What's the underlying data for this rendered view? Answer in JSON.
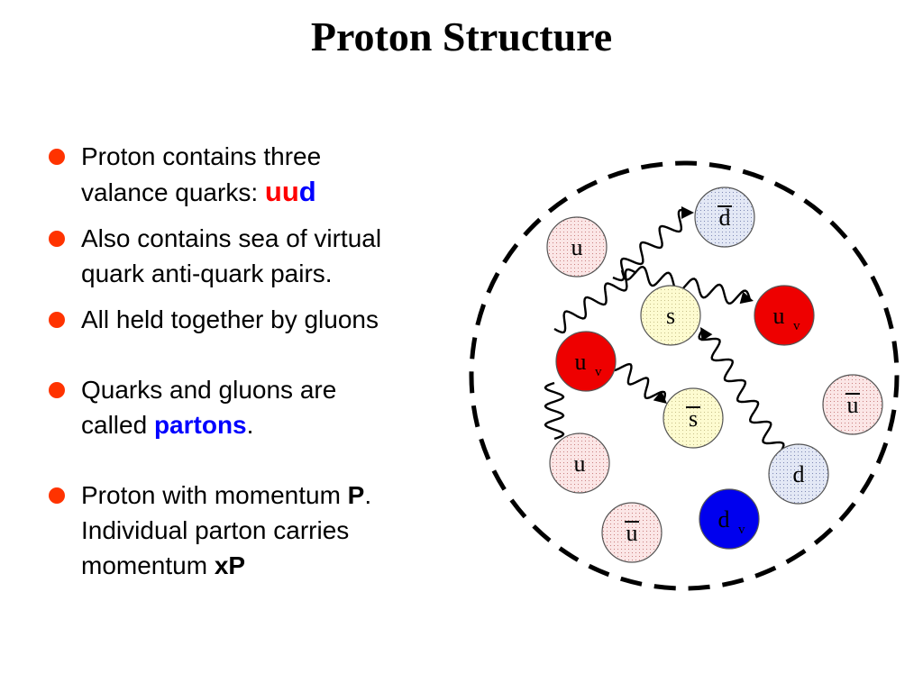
{
  "title": "Proton Structure",
  "bullet_color": "#ff3300",
  "bullets": [
    {
      "text_line1": "Proton contains three",
      "text_line2_prefix": "valance quarks: ",
      "uu": "uu",
      "d": "d"
    },
    {
      "line1": "Also contains sea of virtual",
      "line2": "quark anti-quark pairs."
    },
    {
      "line1": "All held together by gluons"
    },
    {
      "line1": "Quarks and gluons are",
      "line2_prefix": "called ",
      "highlight": "partons",
      "line2_suffix": "."
    },
    {
      "line1_prefix": "Proton with momentum ",
      "line1_bold": "P",
      "line1_suffix": ".",
      "line2": "Individual parton carries",
      "line3_prefix": "momentum ",
      "line3_bold": "xP"
    }
  ],
  "diagram": {
    "boundary": "dashed-circle",
    "colors": {
      "valence_up": "#ee0000",
      "valence_down": "#0000ee",
      "sea_pink": "#fbe6e6",
      "sea_blue": "#e3e8f5",
      "sea_yellow": "#fdfbd0",
      "pink_dots": "#c98080",
      "blue_dots": "#7e88b4",
      "yellow_dots": "#c8c08a"
    },
    "quarks": {
      "dbar_top": {
        "label": "d",
        "bar": true,
        "sub": ""
      },
      "u_left": {
        "label": "u",
        "bar": false,
        "sub": ""
      },
      "s_center": {
        "label": "s",
        "bar": false,
        "sub": ""
      },
      "uv_right": {
        "label": "u",
        "bar": false,
        "sub": "v"
      },
      "uv_left": {
        "label": "u",
        "bar": false,
        "sub": "v"
      },
      "sbar_center": {
        "label": "s",
        "bar": true,
        "sub": ""
      },
      "ubar_right": {
        "label": "u",
        "bar": true,
        "sub": ""
      },
      "u_bottom": {
        "label": "u",
        "bar": false,
        "sub": ""
      },
      "d_right": {
        "label": "d",
        "bar": false,
        "sub": ""
      },
      "dv_bottom": {
        "label": "d",
        "bar": false,
        "sub": "v"
      },
      "ubar_bottom": {
        "label": "u",
        "bar": true,
        "sub": ""
      }
    }
  }
}
